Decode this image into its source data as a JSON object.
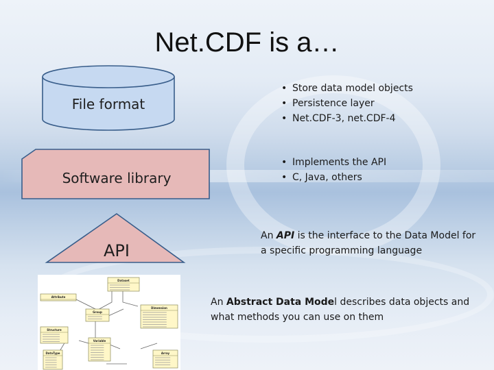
{
  "slide": {
    "title": "Net.CDF is a…"
  },
  "shapes": {
    "file_format": {
      "label": "File format",
      "fill": "#c6d9f1",
      "stroke": "#385d8a"
    },
    "software_library": {
      "label": "Software library",
      "fill": "#e6b9b8",
      "stroke": "#385d8a"
    },
    "api": {
      "label": "API",
      "fill": "#e6b9b8",
      "stroke": "#385d8a"
    }
  },
  "file_format_bullets": [
    "Store data model objects",
    "Persistence layer",
    "Net.CDF-3, net.CDF-4"
  ],
  "software_library_bullets": [
    "Implements the API",
    "C, Java, others"
  ],
  "bullet_glyph": "•",
  "api_definition": {
    "lead": "An ",
    "term": "API",
    "rest": " is the interface to the Data Model for a specific programming language"
  },
  "abstract_data_model_definition": {
    "lead": "An ",
    "term": "Abstract Data Mode",
    "rest": "l describes data objects and what methods you can use on them"
  },
  "diagram_thumbnail": {
    "box_fill": "#fff7c8",
    "box_stroke": "#8a8a5a",
    "boxes": [
      "Dataset",
      "Group",
      "Attribute",
      "Dimension",
      "Variable",
      "Structure",
      "Array",
      "DataType"
    ]
  }
}
